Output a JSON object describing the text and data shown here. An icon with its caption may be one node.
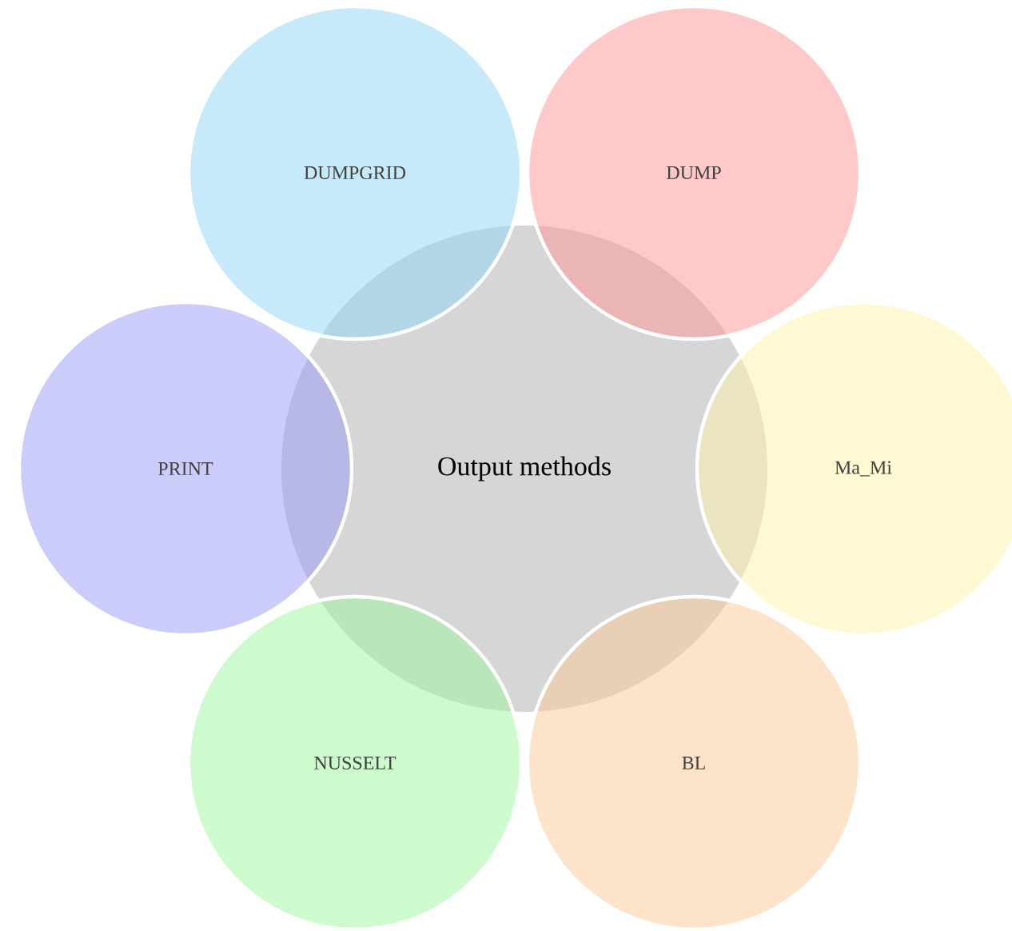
{
  "diagram": {
    "nodes": [
      {
        "text": [
          "Output methods"
        ]
      },
      {
        "text": [
          "DUMPGRID"
        ]
      },
      {
        "text": [
          "DUMP"
        ]
      },
      {
        "text": [
          "PRINT"
        ]
      },
      {
        "text": [
          "Ma_Mi"
        ]
      },
      {
        "text": [
          "NUSSELT"
        ]
      },
      {
        "text": [
          "BL"
        ]
      }
    ]
  }
}
